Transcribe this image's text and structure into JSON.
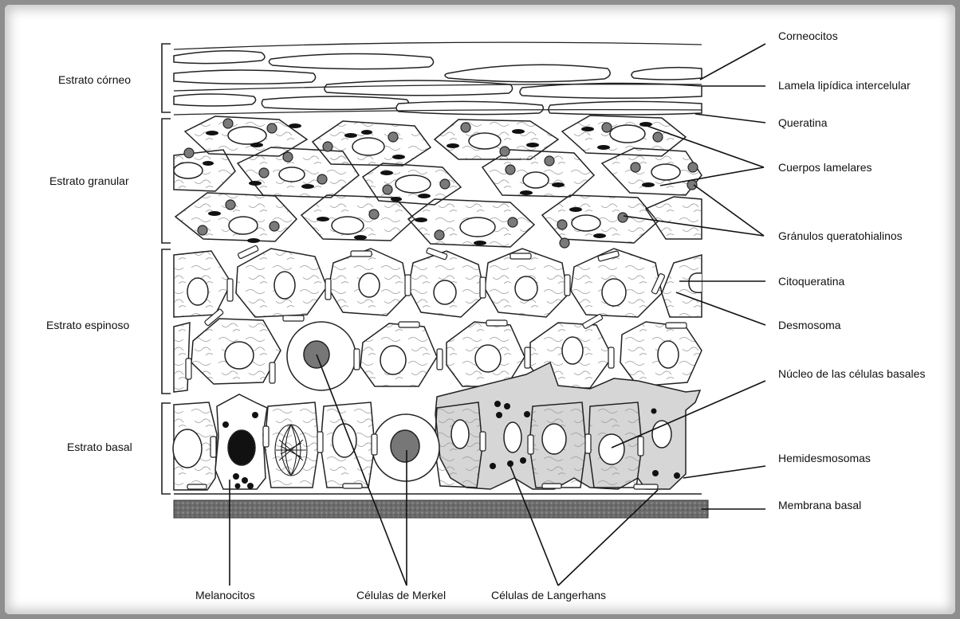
{
  "layers": [
    {
      "key": "corneo",
      "label": "Estrato córneo"
    },
    {
      "key": "granular",
      "label": "Estrato granular"
    },
    {
      "key": "espinoso",
      "label": "Estrato espinoso"
    },
    {
      "key": "basal",
      "label": "Estrato basal"
    }
  ],
  "right_labels": [
    "Corneocitos",
    "Lamela lipídica intercelular",
    "Queratina",
    "Cuerpos lamelares",
    "Gránulos queratohialinos",
    "Citoqueratina",
    "Desmosoma",
    "Núcleo de las células basales",
    "Hemidesmosomas",
    "Membrana basal"
  ],
  "bottom_labels": [
    "Melanocitos",
    "Células de Merkel",
    "Células de Langerhans"
  ]
}
